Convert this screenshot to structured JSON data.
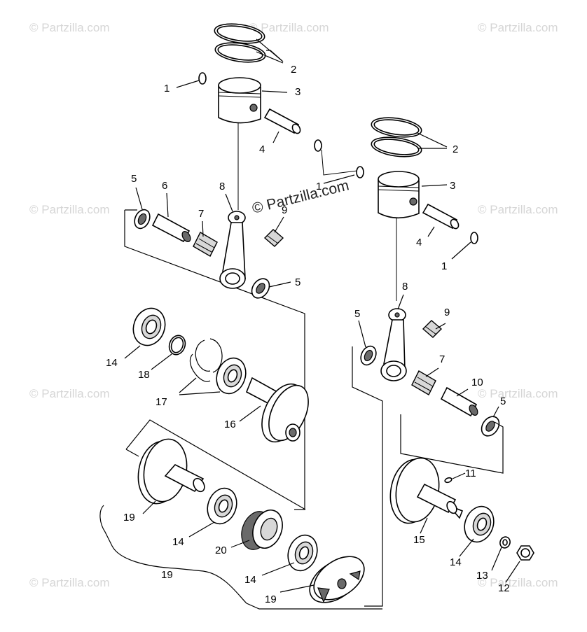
{
  "watermark_small": "© Partzilla.com",
  "watermark_center": "© Partzilla.com",
  "callouts": {
    "c1_left_top": "1",
    "c2_left": "2",
    "c3_left": "3",
    "c4_left": "4",
    "c1_mid": "1",
    "c2_right": "2",
    "c3_right": "3",
    "c4_right": "4",
    "c1_right": "1",
    "c5_upper_left": "5",
    "c6": "6",
    "c7_left": "7",
    "c8_left": "8",
    "c9_left": "9",
    "c5_mid_left": "5",
    "c8_right": "8",
    "c9_right": "9",
    "c5_right_a": "5",
    "c7_right": "7",
    "c10": "10",
    "c5_right_b": "5",
    "c14_upper": "14",
    "c18": "18",
    "c17": "17",
    "c16": "16",
    "c19_left": "19",
    "c14_mid": "14",
    "c20": "20",
    "c14_low": "14",
    "c19_bracket": "19",
    "c19_bottom": "19",
    "c11": "11",
    "c15": "15",
    "c14_right": "14",
    "c13": "13",
    "c12": "12"
  }
}
